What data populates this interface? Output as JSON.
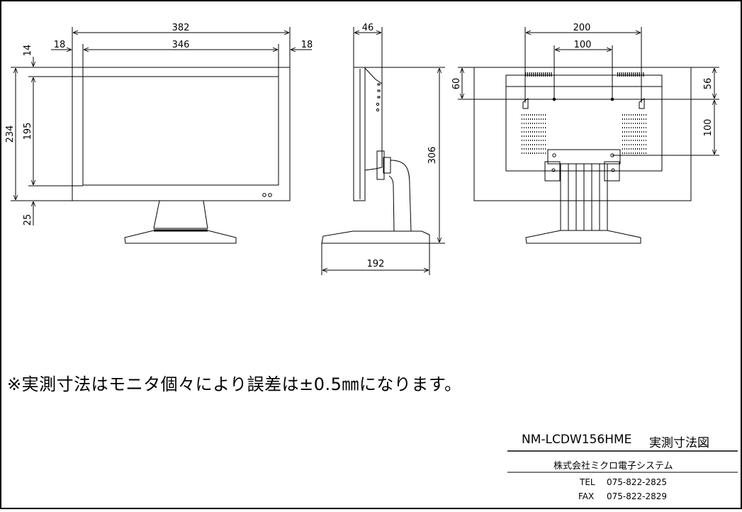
{
  "dimensions": {
    "front_total_width": "382",
    "front_screen_width": "346",
    "front_side_margin_left": "18",
    "front_side_margin_right": "18",
    "front_top_margin": "14",
    "front_total_height": "234",
    "front_screen_height": "195",
    "front_bottom_margin": "25",
    "side_depth": "46",
    "side_total_height": "306",
    "side_base_depth": "192",
    "rear_vesa_width": "200",
    "rear_vesa_inner": "100",
    "rear_top_offset_left": "60",
    "rear_top_offset_right": "56",
    "rear_vesa_height": "100"
  },
  "note": "※実測寸法はモニタ個々により誤差は±0.5㎜になります。",
  "title_block": {
    "model": "NM-LCDW156HME",
    "drawing_title": "実測寸法図",
    "company": "株式会社ミクロ電子システム",
    "tel_label": "TEL",
    "tel": "075-822-2825",
    "fax_label": "FAX",
    "fax": "075-822-2829"
  }
}
